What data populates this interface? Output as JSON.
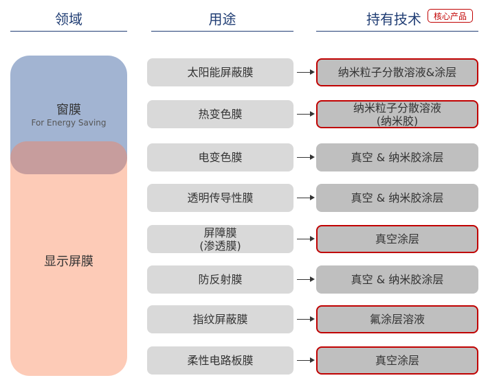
{
  "headers": {
    "domain": "领域",
    "use": "用途",
    "tech": "持有技术",
    "core_badge": "核心产品"
  },
  "domains": {
    "window": {
      "title": "窗膜",
      "subtitle": "For Energy Saving"
    },
    "display": {
      "title": "显示屏膜"
    }
  },
  "rows": [
    {
      "use": "太阳能屏蔽膜",
      "tech": "纳米粒子分散溶液&涂层",
      "core": true
    },
    {
      "use": "热变色膜",
      "tech": "纳米粒子分散溶液\n(纳米胶)",
      "core": true
    },
    {
      "use": "电变色膜",
      "tech": "真空 & 纳米胶涂层",
      "core": false
    },
    {
      "use": "透明传导性膜",
      "tech": "真空 & 纳米胶涂层",
      "core": false
    },
    {
      "use": "屏障膜\n(渗透膜)",
      "tech": "真空涂层",
      "core": true
    },
    {
      "use": "防反射膜",
      "tech": "真空 & 纳米胶涂层",
      "core": false
    },
    {
      "use": "指纹屏蔽膜",
      "tech": "氟涂层溶液",
      "core": true
    },
    {
      "use": "柔性电路板膜",
      "tech": "真空涂层",
      "core": true
    }
  ],
  "colors": {
    "header": "#1f3c73",
    "core_border": "#c00000",
    "window_fill": "#a2b4d2",
    "display_fill": "#fdcbb7",
    "use_fill": "#d9d9d9",
    "tech_fill": "#bfbfbf"
  }
}
